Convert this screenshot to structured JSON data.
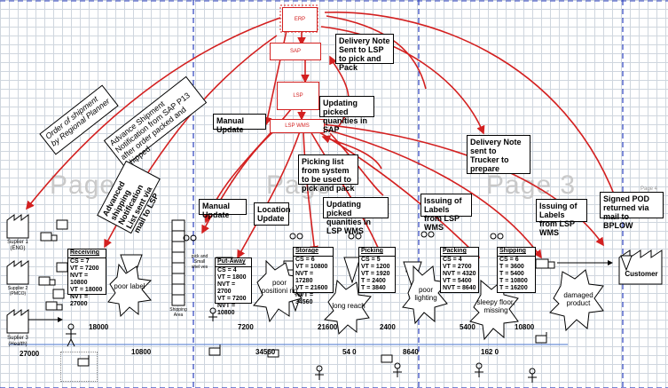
{
  "watermarks": {
    "page2_left": "Page",
    "page2_right": "Page",
    "page3": "Page 3",
    "page4": "Page 4"
  },
  "systems": {
    "erp": "ERP",
    "sap": "SAP",
    "lsp": "LSP",
    "lsp_wms": "LSP WMS"
  },
  "callouts": {
    "order": "Order of shipment by Regional Planner",
    "asn": "Advance Shipment Notification from SAP P13 after order packed and shipped",
    "asn_list": "Advanced shipping Notification List sent via mail to LSP",
    "manual_update_top": "Manual Update",
    "manual_update_bottom": "Manual Update",
    "location_update": "Location Update",
    "delivery_note_lsp": "Delivery Note Sent to LSP to pick and Pack",
    "updating_sap": "Updating picked quanities in SAP",
    "picking_list": "Picking list from system to be used to pick and pack",
    "updating_wms": "Updating picked quanities in LSP WMS",
    "issuing_labels_1": "Issuing of Labels from LSP WMS",
    "issuing_labels_2": "Issuing of Labels from LSP WMS",
    "delivery_note_trucker": "Delivery Note sent to Trucker to prepare",
    "signed_pod": "Signed POD returned via mail to BPLOW"
  },
  "suppliers": [
    {
      "label": "Suplier 1 (ENG)"
    },
    {
      "label": "Supplier 2 (PMCO)"
    },
    {
      "label": "Suplier 3 (Health)"
    }
  ],
  "customer": "Customer",
  "processes": [
    {
      "title": "Receiving",
      "rows": [
        "CS = 7",
        "VT = 7200",
        "NVT = 10800",
        "VT = 18000",
        "NVT = 27000"
      ]
    },
    {
      "title": "Put-Away",
      "rows": [
        "CS = 4",
        "VT = 1800",
        "NVT = 2700",
        "VT = 7200",
        "NVT = 10800"
      ]
    },
    {
      "title": "Storage",
      "rows": [
        "CS = 6",
        "VT = 10800",
        "NVT = 17280",
        "VT = 21600",
        "NVT = 34560"
      ]
    },
    {
      "title": "Picking",
      "rows": [
        "CS = 5",
        "VT = 1200",
        "VT = 1920",
        "T = 2400",
        "T = 3840"
      ]
    },
    {
      "title": "Packing",
      "rows": [
        "CS = 4",
        "VT = 2700",
        "NVT = 4320",
        "VT = 5400",
        "NVT = 8640"
      ]
    },
    {
      "title": "Shipping",
      "rows": [
        "CS = 6",
        "T = 3600",
        "T = 5400",
        "T = 10800",
        "T = 16200"
      ]
    }
  ],
  "kaizen": {
    "poor_label": "poor label",
    "poor_positioning": "poor positioni ng",
    "long_reach": "long reach",
    "poor_lighting": "poor lighting",
    "sleepy_floor": "sleepy floor, missing",
    "damaged_product": "damaged product"
  },
  "timeline": {
    "n18000": "18000",
    "n27000": "27000",
    "n10800a": "10800",
    "n7200": "7200",
    "n34560": "34560",
    "n21600": "21600",
    "n540": "54 0",
    "n2400": "2400",
    "n8640": "8640",
    "n5400": "5400",
    "n1620": "162 0",
    "n10800b": "10800"
  },
  "small_labels": {
    "shipping_area": "Shipping Area",
    "pick_area": "pick and Small shel ves"
  },
  "colors": {
    "flow_arrow": "#d32020",
    "page_divider": "#2b3fbf",
    "grid": "#cfd6de"
  }
}
